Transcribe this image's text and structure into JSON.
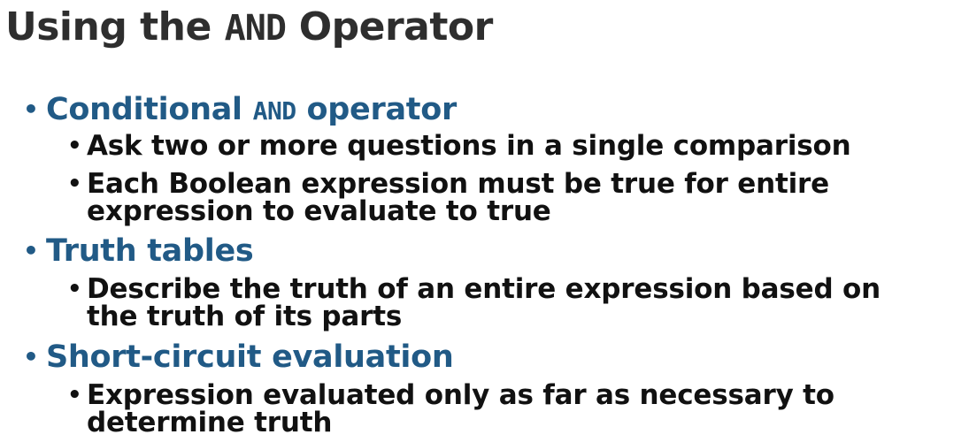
{
  "slide": {
    "title_prefix": "Using the ",
    "title_code": "AND",
    "title_suffix": " Operator",
    "bullet_glyph": "•",
    "bullets": [
      {
        "label_prefix": "Conditional ",
        "label_code": "AND",
        "label_suffix": " operator",
        "sub": [
          {
            "line1": "Ask two or more questions in a single comparison",
            "line2": ""
          },
          {
            "line1": "Each Boolean expression must be true for entire",
            "line2": "expression to evaluate to true"
          }
        ]
      },
      {
        "label": "Truth tables",
        "sub": [
          {
            "line1": "Describe the truth of an entire expression based on",
            "line2": "the truth of its parts"
          }
        ]
      },
      {
        "label": "Short-circuit evaluation",
        "sub": [
          {
            "line1": "Expression evaluated only as far as necessary to",
            "line2": "determine truth"
          }
        ]
      }
    ]
  },
  "colors": {
    "title": "#2e2e2e",
    "level1": "#215a86",
    "level2": "#111111",
    "background": "#ffffff"
  }
}
